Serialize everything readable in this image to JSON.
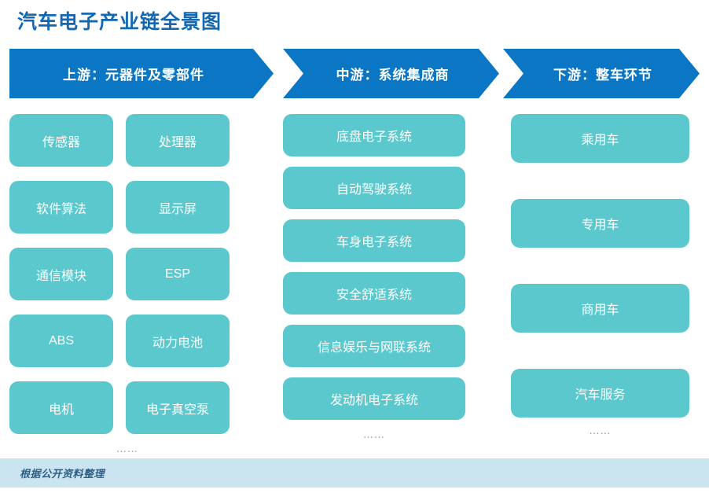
{
  "title": "汽车电子产业链全景图",
  "colors": {
    "header_blue": "#0b76c4",
    "title_blue": "#1268b3",
    "node_teal": "#5bc8cd",
    "footer_band": "#cbe5f0",
    "footer_text": "#2e5f86"
  },
  "stages": [
    {
      "key": "upstream",
      "label": "上游：元器件及零部件"
    },
    {
      "key": "midstream",
      "label": "中游：系统集成商"
    },
    {
      "key": "downstream",
      "label": "下游：整车环节"
    }
  ],
  "upstream": {
    "nodes": [
      "传感器",
      "处理器",
      "软件算法",
      "显示屏",
      "通信模块",
      "ESP",
      "ABS",
      "动力电池",
      "电机",
      "电子真空泵"
    ],
    "more": "……"
  },
  "midstream": {
    "nodes": [
      "底盘电子系统",
      "自动驾驶系统",
      "车身电子系统",
      "安全舒适系统",
      "信息娱乐与网联系统",
      "发动机电子系统"
    ],
    "more": "……"
  },
  "downstream": {
    "nodes": [
      "乘用车",
      "专用车",
      "商用车",
      "汽车服务"
    ],
    "more": "……"
  },
  "footer": {
    "note": "根据公开资料整理"
  }
}
